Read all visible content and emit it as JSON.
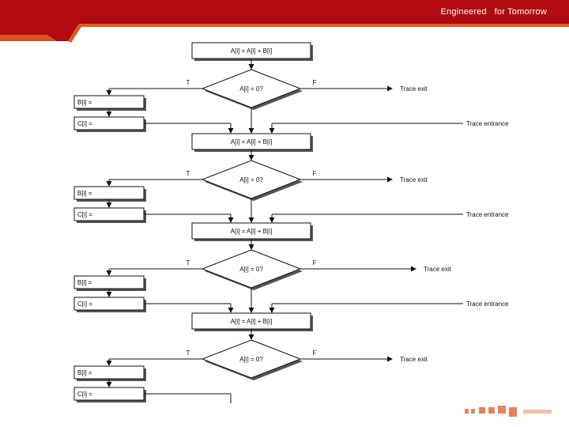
{
  "header": {
    "tagline": "Engineered   for Tomorrow",
    "bar_color": "#b10a0f",
    "accent_color": "#e05a20"
  },
  "flowchart": {
    "stages": [
      {
        "compute": "A[i] = A[i] + B[i]",
        "condition": "A[i] = 0?",
        "true_label": "T",
        "false_label": "F",
        "exit_label": "Trace exit",
        "branch_assignments": [
          "B[i] =",
          "C[i] ="
        ],
        "entrance_label": "Trace entrance"
      },
      {
        "compute": "A[i] = A[i] + B[i]",
        "condition": "A[i] = 0?",
        "true_label": "T",
        "false_label": "F",
        "exit_label": "Trace exit",
        "branch_assignments": [
          "B[i] =",
          "C[i] ="
        ],
        "entrance_label": "Trace entrance"
      },
      {
        "compute": "A[i] = A[i] + B[i]",
        "condition": "A[i] = 0?",
        "true_label": "T",
        "false_label": "F",
        "exit_label": "Trace exit",
        "branch_assignments": [
          "B[i] =",
          "C[i] ="
        ],
        "entrance_label": "Trace entrance"
      },
      {
        "compute": "A[i] = A[i] + B[i]",
        "condition": "A[i] = 0?",
        "true_label": "T",
        "false_label": "F",
        "exit_label": "Trace exit",
        "branch_assignments": [
          "B[i] =",
          "C[i] ="
        ],
        "entrance_label": ""
      }
    ]
  }
}
